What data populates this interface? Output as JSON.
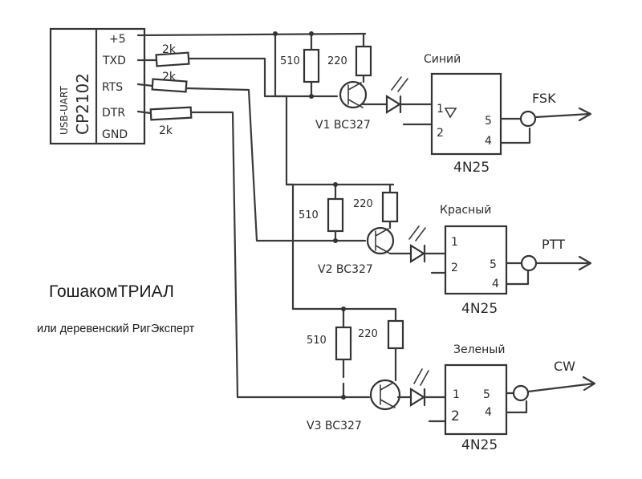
{
  "title": "ГошакомТРИАЛ",
  "subtitle": "или деревенский РигЭксперт",
  "usb_module": {
    "vertical_label_1": "USB-UART",
    "vertical_label_2": "CP2102",
    "pins": [
      "+5",
      "TXD",
      "RTS",
      "DTR",
      "GND"
    ]
  },
  "base_resistors": [
    "2k",
    "2k",
    "2k"
  ],
  "channels": [
    {
      "r_left": "510",
      "r_right": "220",
      "transistor": "V1 BC327",
      "led_color": "Синий",
      "opto": "4N25",
      "pins": [
        "1",
        "2",
        "5",
        "4"
      ],
      "output": "FSK"
    },
    {
      "r_left": "510",
      "r_right": "220",
      "transistor": "V2 BC327",
      "led_color": "Красный",
      "opto": "4N25",
      "pins": [
        "1",
        "2",
        "5",
        "4"
      ],
      "output": "PTT"
    },
    {
      "r_left": "510",
      "r_right": "220",
      "transistor": "V3 BC327",
      "led_color": "Зеленый",
      "opto": "4N25",
      "pins": [
        "1",
        "2",
        "5",
        "4"
      ],
      "output": "CW"
    }
  ]
}
